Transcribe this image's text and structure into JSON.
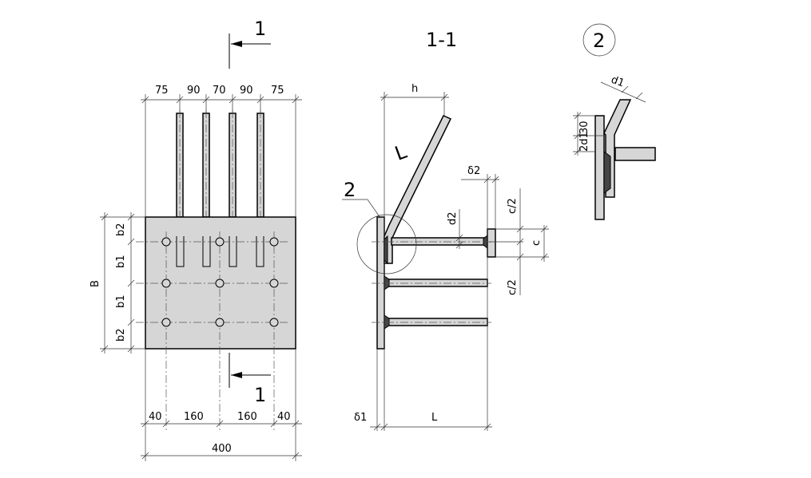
{
  "plan": {
    "section_mark": "1",
    "top_dims": [
      "75",
      "90",
      "70",
      "90",
      "75"
    ],
    "bottom_dims": [
      "40",
      "160",
      "160",
      "40"
    ],
    "overall": "400",
    "left_dims": [
      "b2",
      "b1",
      "b1",
      "b2"
    ],
    "height_label": "B"
  },
  "section": {
    "title": "1-1",
    "h": "h",
    "L_bar": "L",
    "detail_callout": "2",
    "delta2": "δ2",
    "d2": "d2",
    "c_half_top": "c/2",
    "c": "c",
    "c_half_bottom": "c/2",
    "delta1": "δ1",
    "L": "L"
  },
  "detail": {
    "title": "2",
    "d1": "d1",
    "dim_30": "30",
    "dim_2d1": "2d1"
  }
}
